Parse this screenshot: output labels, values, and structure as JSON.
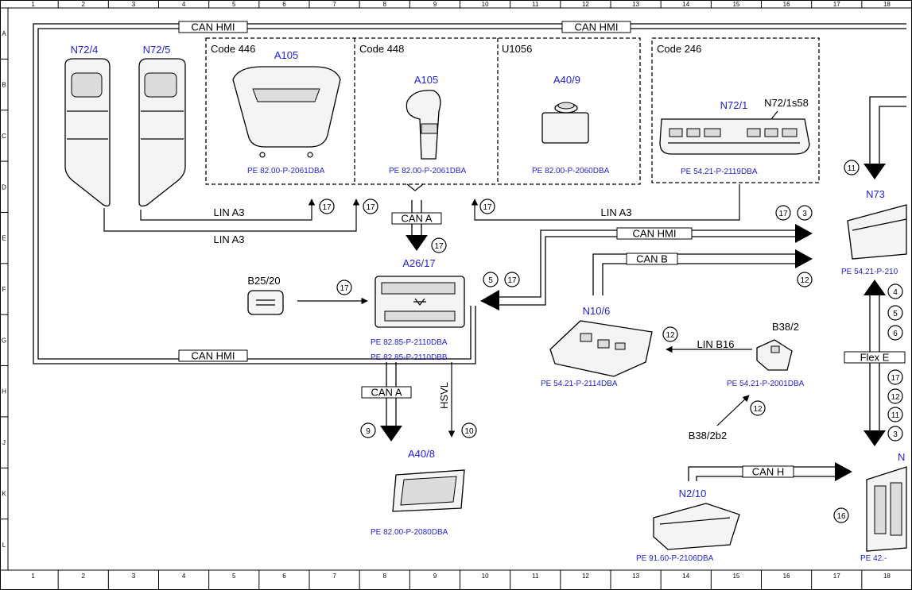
{
  "grid": {
    "columns": [
      "1",
      "2",
      "3",
      "4",
      "5",
      "6",
      "7",
      "8",
      "9",
      "10",
      "11",
      "12",
      "13",
      "14",
      "15",
      "16",
      "17",
      "18"
    ],
    "rows": [
      "A",
      "B",
      "C",
      "D",
      "E",
      "F",
      "G",
      "H",
      "J",
      "K",
      "L"
    ]
  },
  "buses": {
    "can_hmi": "CAN HMI",
    "can_a": "CAN A",
    "can_b": "CAN B",
    "can_h": "CAN H",
    "lin_a3": "LIN A3",
    "lin_b16": "LIN B16",
    "flex_e": "Flex E",
    "hsvl": "HSVL"
  },
  "groups": {
    "code446": "Code 446",
    "code448": "Code 448",
    "u1056": "U1056",
    "code246": "Code 246"
  },
  "components": {
    "n72_4": "N72/4",
    "n72_5": "N72/5",
    "a105_a": "A105",
    "a105_b": "A105",
    "a40_9": "A40/9",
    "n72_1": "N72/1",
    "n72_1s58": "N72/1s58",
    "n73": "N73",
    "a26_17": "A26/17",
    "b25_20": "B25/20",
    "n10_6": "N10/6",
    "b38_2": "B38/2",
    "b38_2b2": "B38/2b2",
    "a40_8": "A40/8",
    "n2_10": "N2/10",
    "n_partial": "N"
  },
  "references": {
    "a105_a": "PE 82.00-P-2061DBA",
    "a105_b": "PE 82.00-P-2061DBA",
    "a40_9": "PE 82.00-P-2060DBA",
    "n72_1": "PE 54.21-P-2119DBA",
    "n73": "PE 54.21-P-210",
    "a26_17_1": "PE 82.85-P-2110DBA",
    "a26_17_2": "PE 82.85-P-2110DBB",
    "n10_6": "PE 54.21-P-2114DBA",
    "b38_2": "PE 54.21-P-2001DBA",
    "a40_8": "PE 82.00-P-2080DBA",
    "n2_10": "PE 91.60-P-2106DBA",
    "n_partial": "PE 42.-"
  },
  "markers": {
    "m17": "17",
    "m3": "3",
    "m5": "5",
    "m9": "9",
    "m10": "10",
    "m11": "11",
    "m12": "12",
    "m16": "16",
    "m4": "4",
    "m6": "6"
  }
}
